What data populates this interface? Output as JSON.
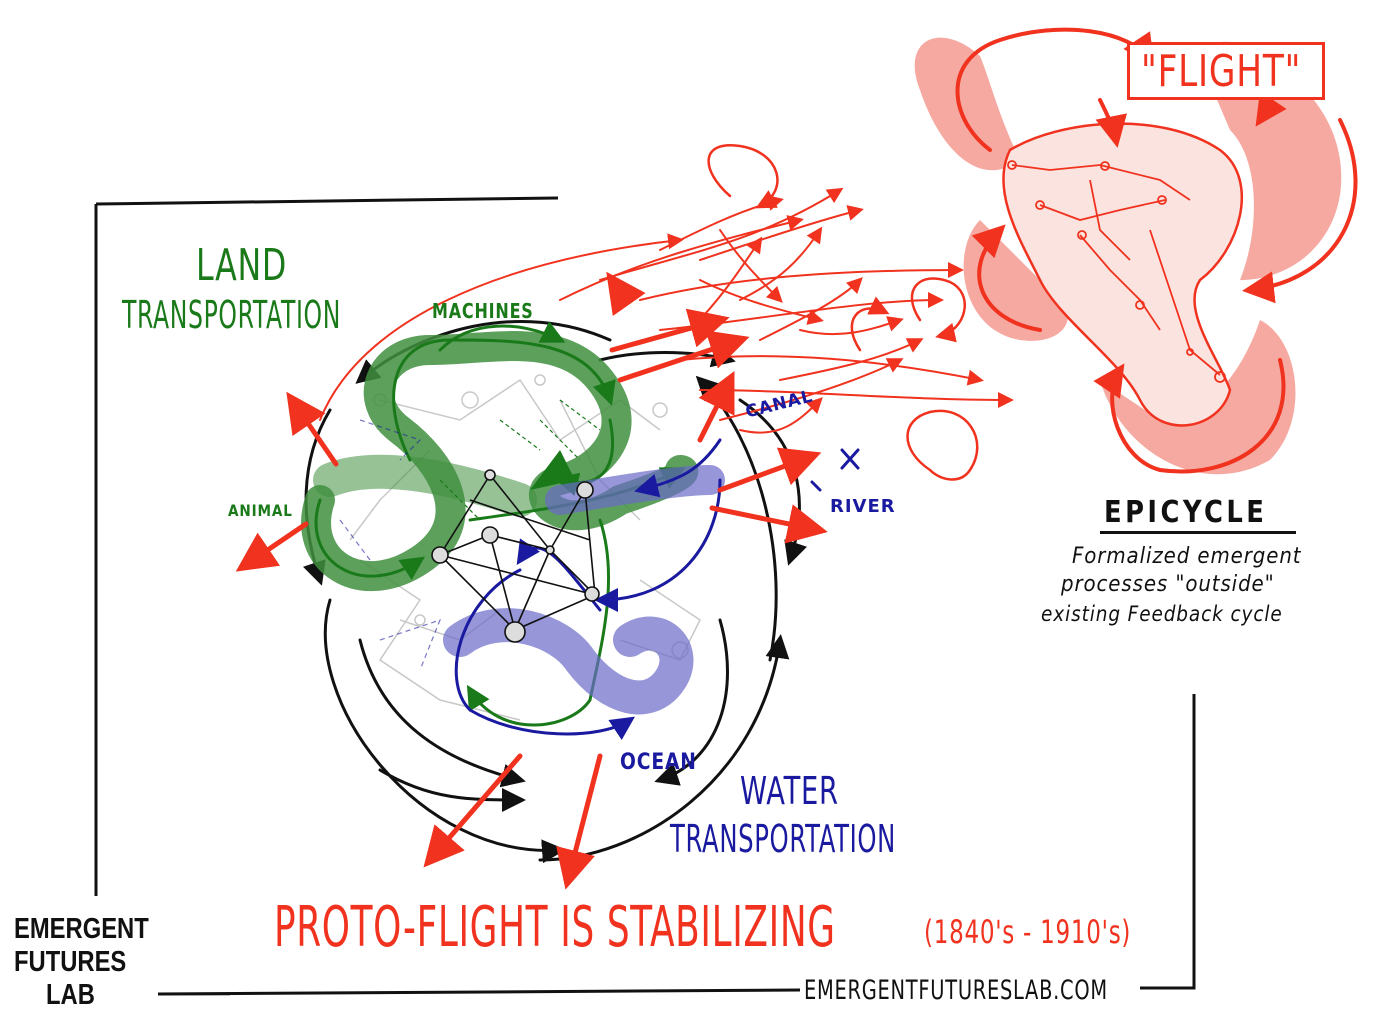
{
  "labels": {
    "land_title": "LAND",
    "land_sub": "TRANSPORTATION",
    "machines": "MACHINES",
    "animal": "ANIMAL",
    "canal": "CANAL",
    "river": "RIVER",
    "ocean": "OCEAN",
    "water_title": "WATER",
    "water_sub": "TRANSPORTATION",
    "flight": "\"FLIGHT\""
  },
  "epicycle": {
    "title": "EPICYCLE",
    "description_lines": [
      "Formalized emergent",
      "processes \"outside\"",
      "existing  Feedback cycle"
    ]
  },
  "headline": {
    "text": "PROTO-FLIGHT IS STABILIZING",
    "dates": "(1840's - 1910's)"
  },
  "logo": {
    "lines": [
      "EMERGENT",
      "FUTURES",
      "LAB"
    ]
  },
  "footer": {
    "url": "EMERGENTFUTURESLAB.COM"
  },
  "colors": {
    "land": "#1a7a1a",
    "land_fill": "#3f8f3f",
    "water": "#1a1aa0",
    "water_fill": "#6a6ac8",
    "flight": "#f0321e",
    "flight_fill": "#f59a90",
    "ink": "#111111",
    "node": "#c8c8c8"
  }
}
